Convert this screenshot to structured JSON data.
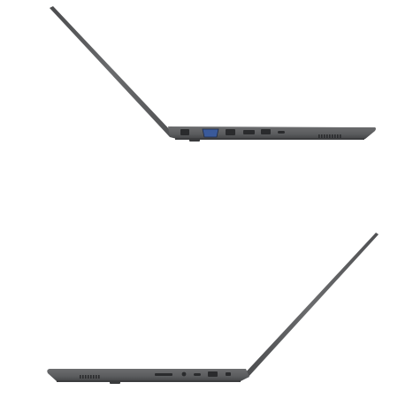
{
  "image": {
    "background_color": "#ffffff",
    "subject_color": "#5f6062",
    "port_color": "#2a2b2d",
    "vga_color": "#3a5a9a",
    "views": [
      {
        "name": "left-side-view",
        "ports": [
          "dc-power",
          "vga",
          "ethernet",
          "hdmi",
          "usb-a",
          "usb-c",
          "vent"
        ]
      },
      {
        "name": "right-side-view",
        "ports": [
          "vent",
          "sd-card-reader",
          "audio-jack",
          "usb-c",
          "usb-a",
          "lock-slot"
        ]
      }
    ]
  }
}
